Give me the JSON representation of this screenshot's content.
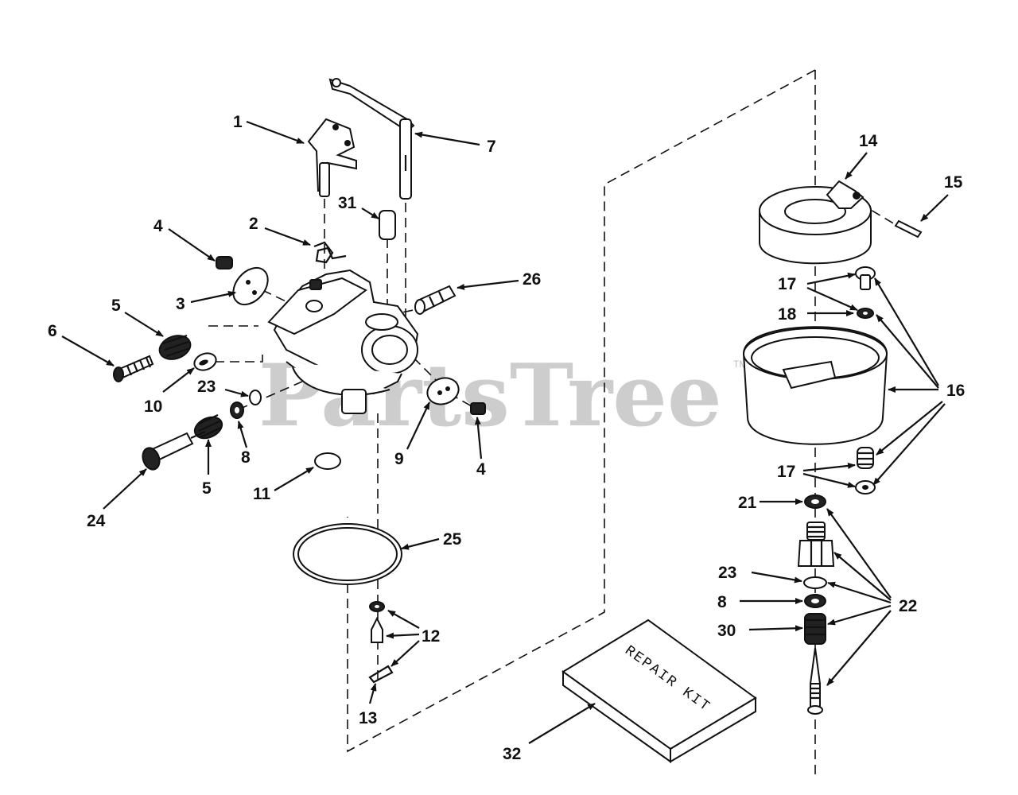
{
  "watermark": {
    "text": "PartsTree",
    "tm": "TM"
  },
  "repair_kit": {
    "label": "REPAIR KIT"
  },
  "callouts": [
    {
      "id": "c1",
      "text": "1"
    },
    {
      "id": "c2",
      "text": "2"
    },
    {
      "id": "c3",
      "text": "3"
    },
    {
      "id": "c4a",
      "text": "4"
    },
    {
      "id": "c4b",
      "text": "4"
    },
    {
      "id": "c5a",
      "text": "5"
    },
    {
      "id": "c5b",
      "text": "5"
    },
    {
      "id": "c6",
      "text": "6"
    },
    {
      "id": "c7",
      "text": "7"
    },
    {
      "id": "c8a",
      "text": "8"
    },
    {
      "id": "c8b",
      "text": "8"
    },
    {
      "id": "c9",
      "text": "9"
    },
    {
      "id": "c10",
      "text": "10"
    },
    {
      "id": "c11",
      "text": "11"
    },
    {
      "id": "c12",
      "text": "12"
    },
    {
      "id": "c13",
      "text": "13"
    },
    {
      "id": "c14",
      "text": "14"
    },
    {
      "id": "c15",
      "text": "15"
    },
    {
      "id": "c16",
      "text": "16"
    },
    {
      "id": "c17a",
      "text": "17"
    },
    {
      "id": "c17b",
      "text": "17"
    },
    {
      "id": "c18",
      "text": "18"
    },
    {
      "id": "c21",
      "text": "21"
    },
    {
      "id": "c22",
      "text": "22"
    },
    {
      "id": "c23a",
      "text": "23"
    },
    {
      "id": "c23b",
      "text": "23"
    },
    {
      "id": "c24",
      "text": "24"
    },
    {
      "id": "c25",
      "text": "25"
    },
    {
      "id": "c26",
      "text": "26"
    },
    {
      "id": "c30",
      "text": "30"
    },
    {
      "id": "c31",
      "text": "31"
    },
    {
      "id": "c32",
      "text": "32"
    }
  ]
}
